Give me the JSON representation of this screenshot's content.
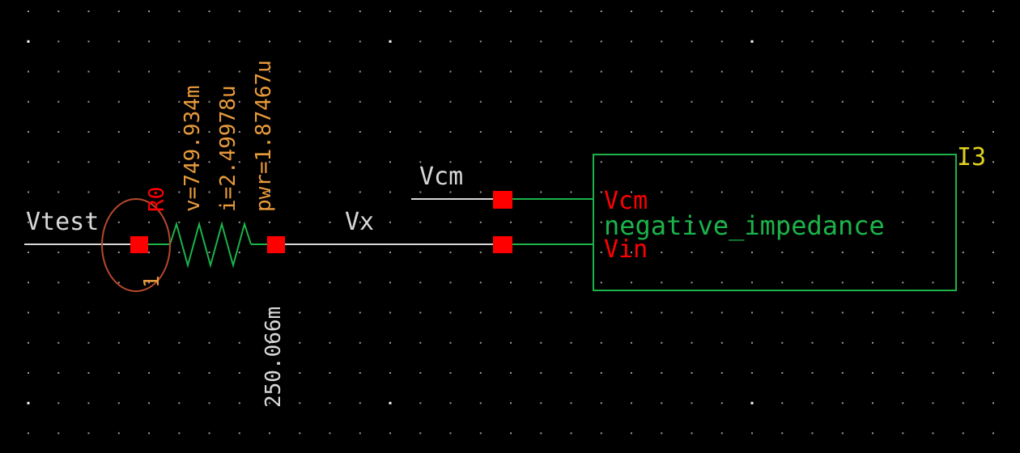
{
  "schematic": {
    "net_labels": {
      "vtest": "Vtest",
      "vx": "Vx",
      "vcm": "Vcm"
    },
    "resistor": {
      "instance": "R0",
      "pin_number": "1",
      "annotations": {
        "voltage": "v=749.934m",
        "current": "i=2.49978u",
        "power": "pwr=1.87467u"
      }
    },
    "node_voltage": "250.066m",
    "block": {
      "instance": "I3",
      "cell_name": "negative_impedance",
      "pins": {
        "vcm": "Vcm",
        "vin": "Vin"
      }
    },
    "colors": {
      "background": "#000000",
      "wire": "#d8d8d8",
      "component": "#1bb34a",
      "pin_marker": "#ff0000",
      "annotation": "#e89a3c",
      "pin_label": "#ff0000",
      "highlight_ring": "#b8482c"
    }
  }
}
